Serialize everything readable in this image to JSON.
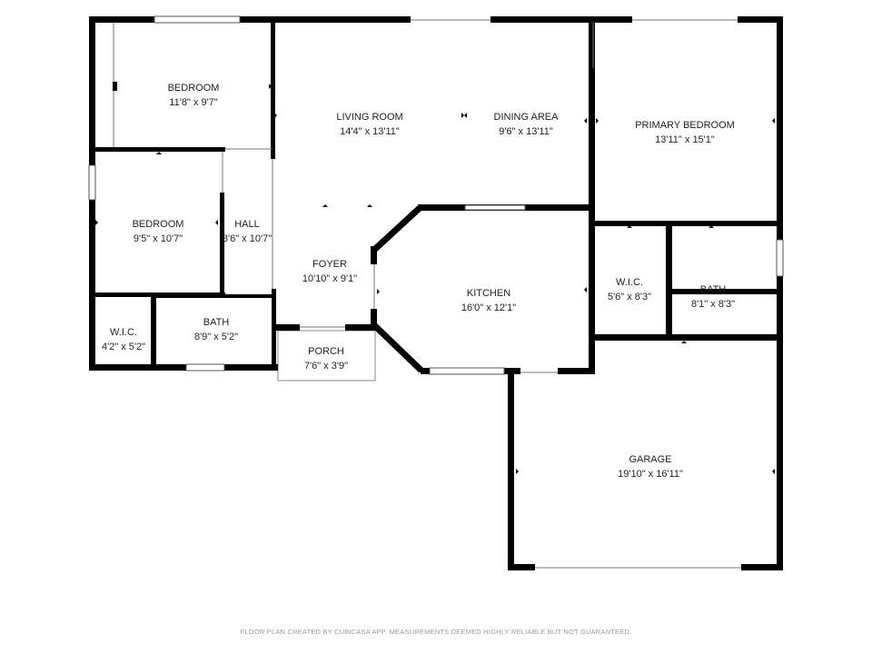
{
  "floorplan": {
    "rooms": [
      {
        "id": "bedroom-1",
        "name": "BEDROOM",
        "dims": "11'8\" x 9'7\""
      },
      {
        "id": "living-room",
        "name": "LIVING ROOM",
        "dims": "14'4\" x 13'11\""
      },
      {
        "id": "dining-area",
        "name": "DINING AREA",
        "dims": "9'6\" x 13'11\""
      },
      {
        "id": "primary-bedroom",
        "name": "PRIMARY BEDROOM",
        "dims": "13'11\" x 15'1\""
      },
      {
        "id": "bedroom-2",
        "name": "BEDROOM",
        "dims": "9'5\" x 10'7\""
      },
      {
        "id": "hall",
        "name": "HALL",
        "dims": "3'6\" x 10'7\""
      },
      {
        "id": "foyer",
        "name": "FOYER",
        "dims": "10'10\" x 9'1\""
      },
      {
        "id": "kitchen",
        "name": "KITCHEN",
        "dims": "16'0\" x 12'1\""
      },
      {
        "id": "wic-right",
        "name": "W.I.C.",
        "dims": "5'6\" x 8'3\""
      },
      {
        "id": "bath-right",
        "name": "BATH",
        "dims": "8'1\" x 8'3\""
      },
      {
        "id": "wic-left",
        "name": "W.I.C.",
        "dims": "4'2\" x 5'2\""
      },
      {
        "id": "bath-left",
        "name": "BATH",
        "dims": "8'9\" x 5'2\""
      },
      {
        "id": "porch",
        "name": "PORCH",
        "dims": "7'6\" x 3'9\""
      },
      {
        "id": "garage",
        "name": "GARAGE",
        "dims": "19'10\" x 16'11\""
      }
    ],
    "footer": "FLOOR PLAN CREATED BY CUBICASA APP. MEASUREMENTS DEEMED HIGHLY RELIABLE BUT NOT GUARANTEED."
  }
}
